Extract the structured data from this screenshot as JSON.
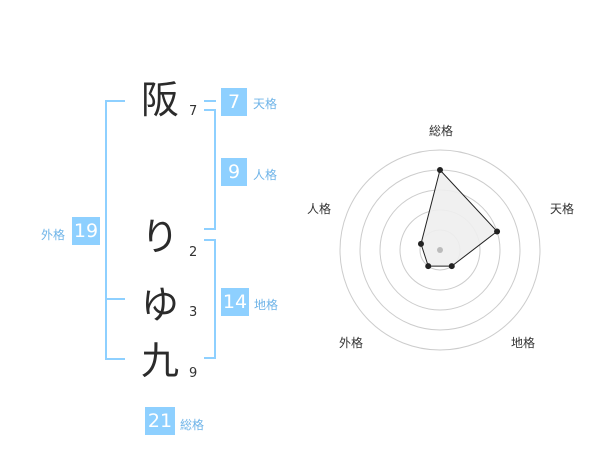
{
  "characters": [
    {
      "char": "阪",
      "strokes": "7"
    },
    {
      "char": "り",
      "strokes": "2"
    },
    {
      "char": "ゆ",
      "strokes": "3"
    },
    {
      "char": "九",
      "strokes": "9"
    }
  ],
  "fortunes": {
    "tenkaku": {
      "value": "7",
      "label": "天格"
    },
    "jinkaku": {
      "value": "9",
      "label": "人格"
    },
    "chikaku": {
      "value": "14",
      "label": "地格"
    },
    "gaikaku": {
      "value": "19",
      "label": "外格"
    },
    "soukaku": {
      "value": "21",
      "label": "総格"
    }
  },
  "chart_data": {
    "type": "radar",
    "axes": [
      "総格",
      "天格",
      "地格",
      "外格",
      "人格"
    ],
    "values": [
      4,
      3,
      1,
      1,
      1
    ],
    "max": 5,
    "rings": 5,
    "colors": {
      "fill": "#eeeeee",
      "line": "#222222",
      "grid": "#cccccc",
      "center": "#bbbbbb"
    }
  }
}
